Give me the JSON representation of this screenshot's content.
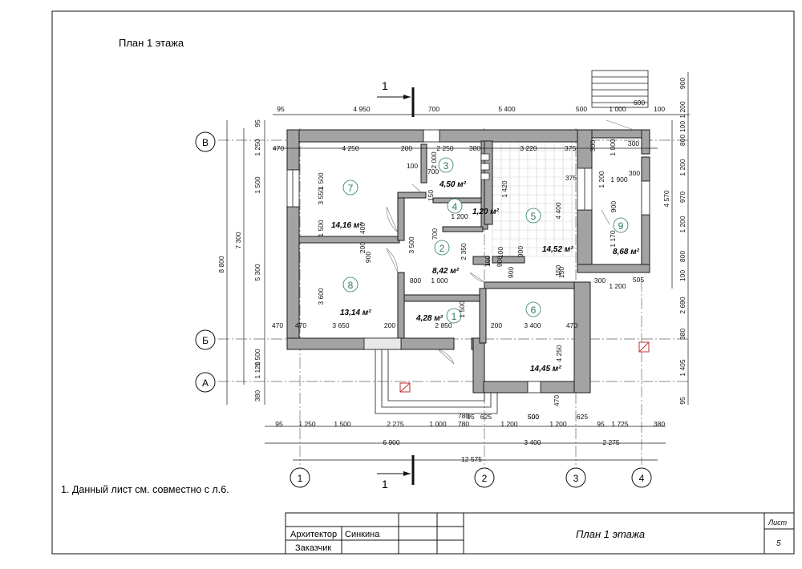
{
  "sheet": {
    "title": "План 1 этажа",
    "note": "1. Данный лист см. совместно с л.6."
  },
  "title_block": {
    "role_architect": "Архитектор",
    "architect_name": "Синкина",
    "role_customer": "Заказчик",
    "drawing_title": "План 1 этажа",
    "sheet_label": "Лист",
    "sheet_number": "5"
  },
  "section_marks": [
    "1",
    "1"
  ],
  "grid_axes": {
    "horizontal": [
      "В",
      "Б",
      "А"
    ],
    "vertical": [
      "1",
      "2",
      "3",
      "4"
    ]
  },
  "rooms": [
    {
      "num": "1",
      "area": "4,28 м²"
    },
    {
      "num": "2",
      "area": "8,42 м²"
    },
    {
      "num": "3",
      "area": "4,50 м²"
    },
    {
      "num": "4",
      "area": "1,20 м²"
    },
    {
      "num": "5",
      "area": "14,52 м²"
    },
    {
      "num": "6",
      "area": "14,45 м²"
    },
    {
      "num": "7",
      "area": "14,16 м²"
    },
    {
      "num": "8",
      "area": "13,14 м²"
    },
    {
      "num": "9",
      "area": "8,68 м²"
    }
  ],
  "dimensions": {
    "top_outer": [
      "95",
      "4 950",
      "700",
      "5 400",
      "500",
      "1 000",
      "100",
      "600"
    ],
    "top_inner": [
      "470",
      "4 250",
      "200",
      "2 250",
      "380",
      "3 220",
      "375",
      "300",
      "1 900",
      "300"
    ],
    "bottom_row1": [
      "95",
      "1 250",
      "1 500",
      "2 275",
      "1 000",
      "780",
      "95",
      "625",
      "1 200",
      "500",
      "1 200",
      "625",
      "95",
      "1 725",
      "380"
    ],
    "bottom_row2": [
      "6 900",
      "3 400",
      "2 275"
    ],
    "bottom_total": "12 575",
    "left_outer": [
      "8 800",
      "7 300"
    ],
    "left_inner": [
      "95",
      "1 250",
      "1 500",
      "5 300",
      "1 500",
      "1 120",
      "380"
    ],
    "right_chain": [
      "900",
      "1 200",
      "100",
      "800",
      "1 200",
      "970",
      "1 200",
      "800",
      "100",
      "2 690",
      "380",
      "1 405",
      "95"
    ],
    "right_inner": [
      "4 570",
      "1 170",
      "1 000"
    ],
    "interior": [
      "3 550",
      "1 500",
      "1 500",
      "3 600",
      "3 650",
      "200",
      "470",
      "100",
      "700",
      "2 000",
      "1 420",
      "4 400",
      "375",
      "150",
      "1 200",
      "700",
      "3 500",
      "2 350",
      "900",
      "100",
      "900",
      "150",
      "800",
      "1 000",
      "1 500",
      "2 850",
      "200",
      "3 400",
      "470",
      "4 250",
      "300",
      "1 200",
      "505",
      "300",
      "900",
      "1 200",
      "400",
      "200",
      "900",
      "470",
      "500",
      "780",
      "470",
      "150",
      "900",
      "100"
    ]
  },
  "colors": {
    "line": "#1a1a1a",
    "wall": "#9a9a9a",
    "room_num": "#2a7a5a",
    "grid": "#555555",
    "hatch": "#c03030"
  }
}
